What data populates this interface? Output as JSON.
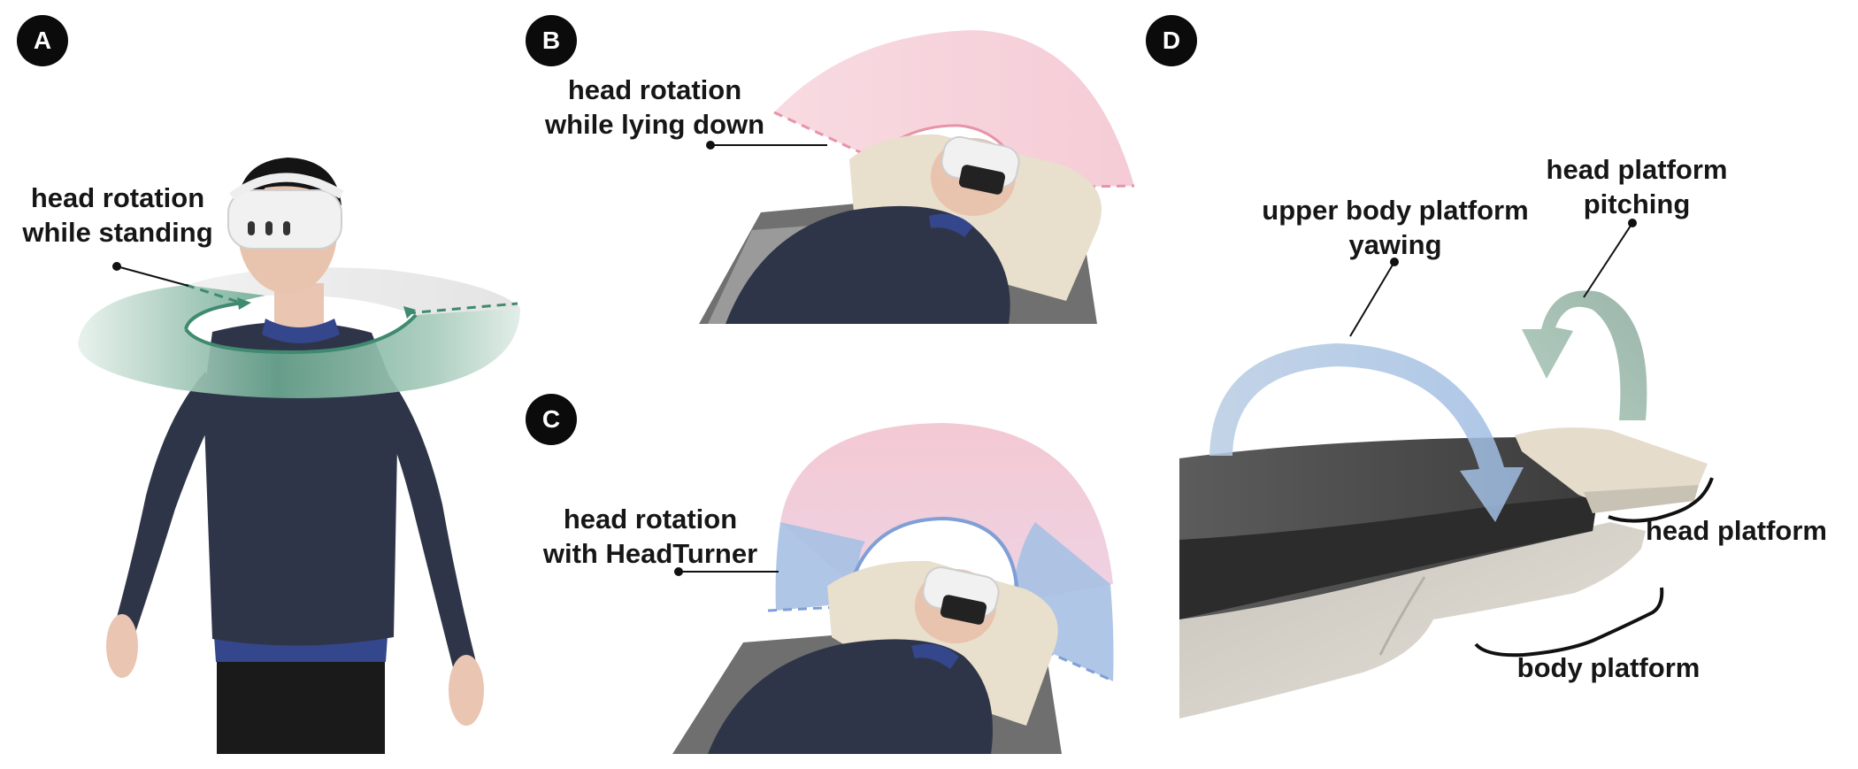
{
  "panels": [
    {
      "letter": "A"
    },
    {
      "letter": "B"
    },
    {
      "letter": "C"
    },
    {
      "letter": "D"
    }
  ],
  "labels": {
    "a_line1": "head rotation",
    "a_line2": "while standing",
    "b_line1": "head rotation",
    "b_line2": "while lying down",
    "c_line1": "head rotation",
    "c_line2": "with HeadTurner",
    "d_yaw_line1": "upper body platform",
    "d_yaw_line2": "yawing",
    "d_pitch_line1": "head platform",
    "d_pitch_line2": "pitching",
    "d_head_platform": "head platform",
    "d_body_platform": "body platform"
  },
  "colors": {
    "standing_ring": "#3f8a70",
    "lying_arc": "#f2b8c6",
    "headturner_extension": "#8fb1de",
    "yaw_arrow": "#a9c4e2",
    "pitch_arrow": "#9ebbac",
    "shirt": "#2f3548",
    "headset": "#f1f1f1"
  },
  "icons": [
    "vr-headset-icon",
    "pillow-icon",
    "bed-icon"
  ]
}
